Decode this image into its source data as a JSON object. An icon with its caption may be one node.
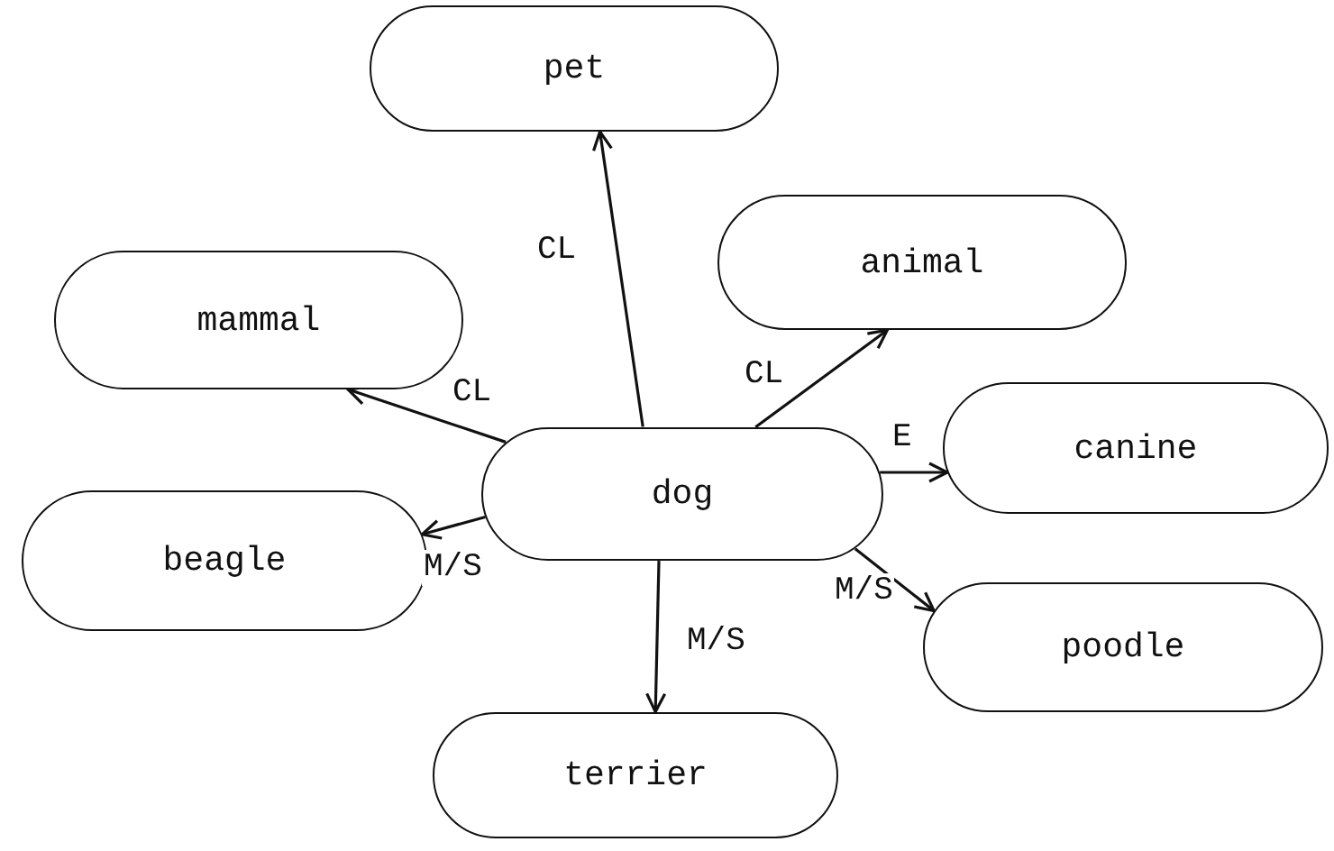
{
  "diagram": {
    "nodes": [
      {
        "text": [
          "pet"
        ]
      },
      {
        "text": [
          "animal"
        ]
      },
      {
        "text": [
          "mammal"
        ]
      },
      {
        "text": [
          "dog"
        ]
      },
      {
        "text": [
          "canine"
        ]
      },
      {
        "text": [
          "beagle"
        ]
      },
      {
        "text": [
          "poodle"
        ]
      },
      {
        "text": [
          "terrier"
        ]
      }
    ],
    "edges": [
      {
        "from": 3,
        "to": 0,
        "arrow": "to",
        "label": "CL"
      },
      {
        "from": 3,
        "to": 1,
        "arrow": "to",
        "label": "CL"
      },
      {
        "from": 3,
        "to": 2,
        "arrow": "to",
        "label": "CL"
      },
      {
        "from": 3,
        "to": 4,
        "arrow": "to",
        "label": "E"
      },
      {
        "from": 3,
        "to": 5,
        "arrow": "to",
        "label": "M/S"
      },
      {
        "from": 3,
        "to": 6,
        "arrow": "to",
        "label": "M/S"
      },
      {
        "from": 3,
        "to": 7,
        "arrow": "to",
        "label": "M/S"
      }
    ]
  }
}
